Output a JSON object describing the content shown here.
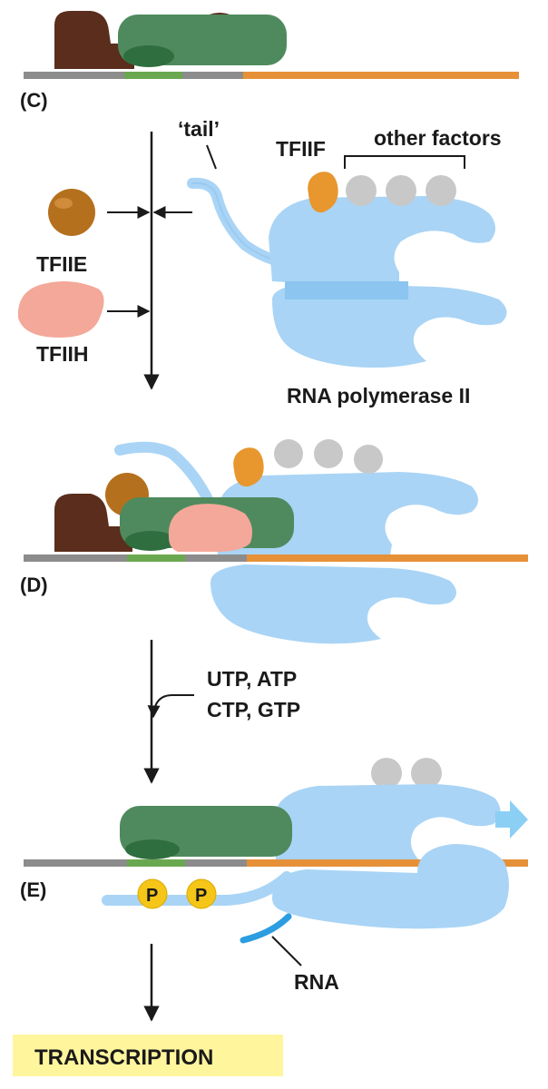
{
  "panels": {
    "c": "(C)",
    "d": "(D)",
    "e": "(E)"
  },
  "labels": {
    "tail": "‘tail’",
    "tfiif": "TFIIF",
    "other_factors": "other factors",
    "tfiie": "TFIIE",
    "tfiih": "TFIIH",
    "rna_pol": "RNA polymerase II",
    "ntp_line1": "UTP, ATP",
    "ntp_line2": "CTP, GTP",
    "p1": "P",
    "p2": "P",
    "rna": "RNA",
    "transcription": "TRANSCRIPTION"
  },
  "colors": {
    "dna_gray": "#8c8c8c",
    "dna_green": "#6aa84f",
    "dna_orange": "#e69138",
    "tbp_green": "#4f8a5e",
    "tfiib_brown": "#5a2d1c",
    "tfiie_orange": "#b5701d",
    "tfiih_pink": "#f4a89a",
    "tfiif_orange": "#e8962e",
    "polymerase_blue": "#a9d4f5",
    "factor_gray": "#c8c8c8",
    "phosphate_yellow": "#f5c518",
    "rna_blue": "#2b9de0",
    "highlight_yellow": "#fff59d"
  }
}
